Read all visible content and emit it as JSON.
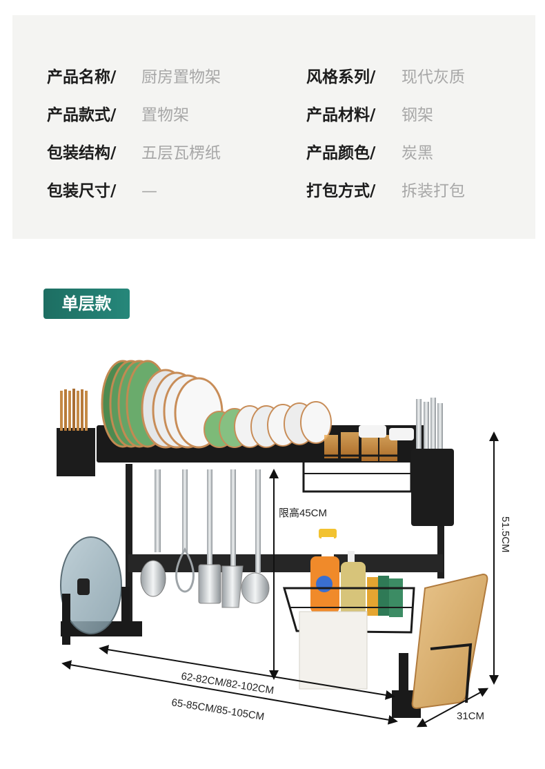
{
  "specs": [
    {
      "key": "产品名称/",
      "value": "厨房置物架"
    },
    {
      "key": "风格系列/",
      "value": "现代灰质"
    },
    {
      "key": "产品款式/",
      "value": "置物架"
    },
    {
      "key": "产品材料/",
      "value": "钢架"
    },
    {
      "key": "包装结构/",
      "value": "五层瓦楞纸"
    },
    {
      "key": "产品颜色/",
      "value": "炭黑"
    },
    {
      "key": "包装尺寸/",
      "value": "—"
    },
    {
      "key": "打包方式/",
      "value": "拆装打包"
    }
  ],
  "badge": "单层款",
  "dimensions": {
    "clearance": "限高45CM",
    "height": "51.5CM",
    "width_inner": "62-82CM/82-102CM",
    "width_outer": "65-85CM/85-105CM",
    "depth": "31CM"
  },
  "colors": {
    "badge": "#26877a",
    "rack": "#1f1f1f",
    "panel": "#f4f4f2"
  }
}
